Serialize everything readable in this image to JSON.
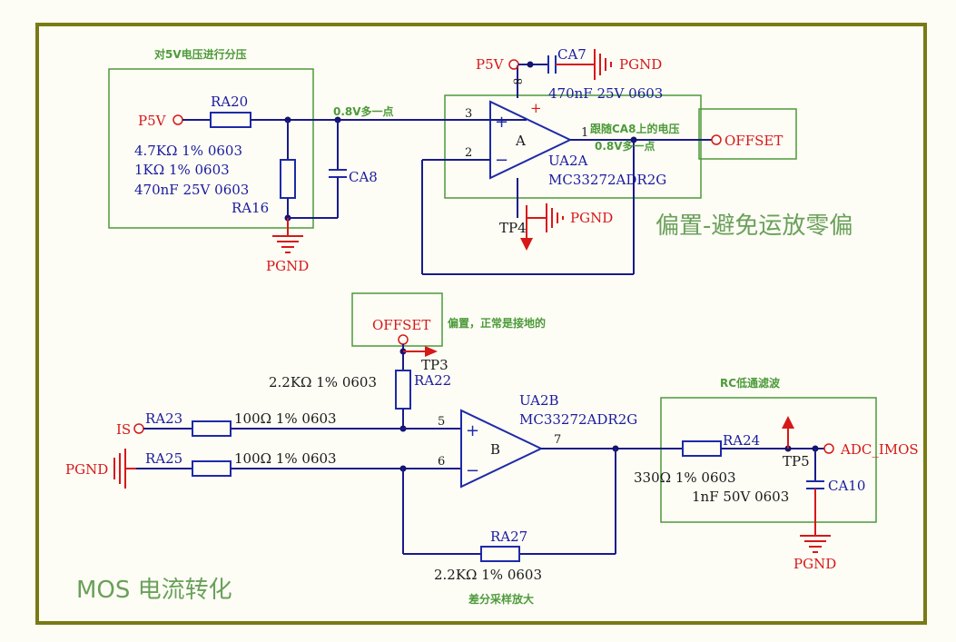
{
  "labels": {
    "divider_title": "对5V电压进行分压",
    "net_08v": "0.8V多一点",
    "follow_note_1": "跟随CA8上的电压",
    "follow_note_2": "0.8V多一点",
    "offset_title": "偏置-避免运放零偏",
    "offset_note": "偏置，正常是接地的",
    "rc_title": "RC低通滤波",
    "diff_note": "差分采样放大",
    "mos_title": "MOS 电流转化"
  },
  "ports": {
    "p5v_top": "P5V",
    "p5v_left": "P5V",
    "offset_out": "OFFSET",
    "offset_in": "OFFSET",
    "is": "IS",
    "pgnd_left": "PGND",
    "adc": "ADC_IMOS"
  },
  "grounds": {
    "g1": "PGND",
    "g2": "PGND",
    "g3": "PGND",
    "g4": "PGND"
  },
  "tp": {
    "tp3": "TP3",
    "tp4": "TP4",
    "tp5": "TP5"
  },
  "opamps": {
    "a": {
      "ref": "UA2A",
      "part": "MC33272ADR2G",
      "unit": "A",
      "pin_in_plus": "3",
      "pin_in_minus": "2",
      "pin_out": "1"
    },
    "b": {
      "ref": "UA2B",
      "part": "MC33272ADR2G",
      "unit": "B",
      "pin_in_plus": "5",
      "pin_in_minus": "6",
      "pin_out": "7"
    }
  },
  "components": {
    "ra20": {
      "ref": "RA20",
      "value": "4.7KΩ 1%   0603"
    },
    "ra16": {
      "ref": "RA16",
      "value": "1KΩ 1%   0603"
    },
    "ca8": {
      "ref": "CA8",
      "value": "470nF 25V 0603"
    },
    "ca7": {
      "ref": "CA7",
      "value": "470nF 25V 0603"
    },
    "ra22": {
      "ref": "RA22",
      "value": "2.2KΩ 1%   0603"
    },
    "ra23": {
      "ref": "RA23",
      "value": "100Ω 1%   0603"
    },
    "ra25": {
      "ref": "RA25",
      "value": "100Ω 1%   0603"
    },
    "ra27": {
      "ref": "RA27",
      "value": "2.2KΩ 1%   0603"
    },
    "ra24": {
      "ref": "RA24",
      "value": "330Ω 1%   0603"
    },
    "ca10": {
      "ref": "CA10",
      "value": "1nF 50V 0603"
    }
  },
  "misc": {
    "nc_mark": "∞",
    "plus": "+",
    "minus": "−"
  },
  "colors": {
    "wire": "#1a1a1a",
    "component": "#1e2aa8",
    "power": "#d61818",
    "annotation": "#4d9a3a",
    "frame": "#7a7a14",
    "background": "#fdfdf5"
  }
}
